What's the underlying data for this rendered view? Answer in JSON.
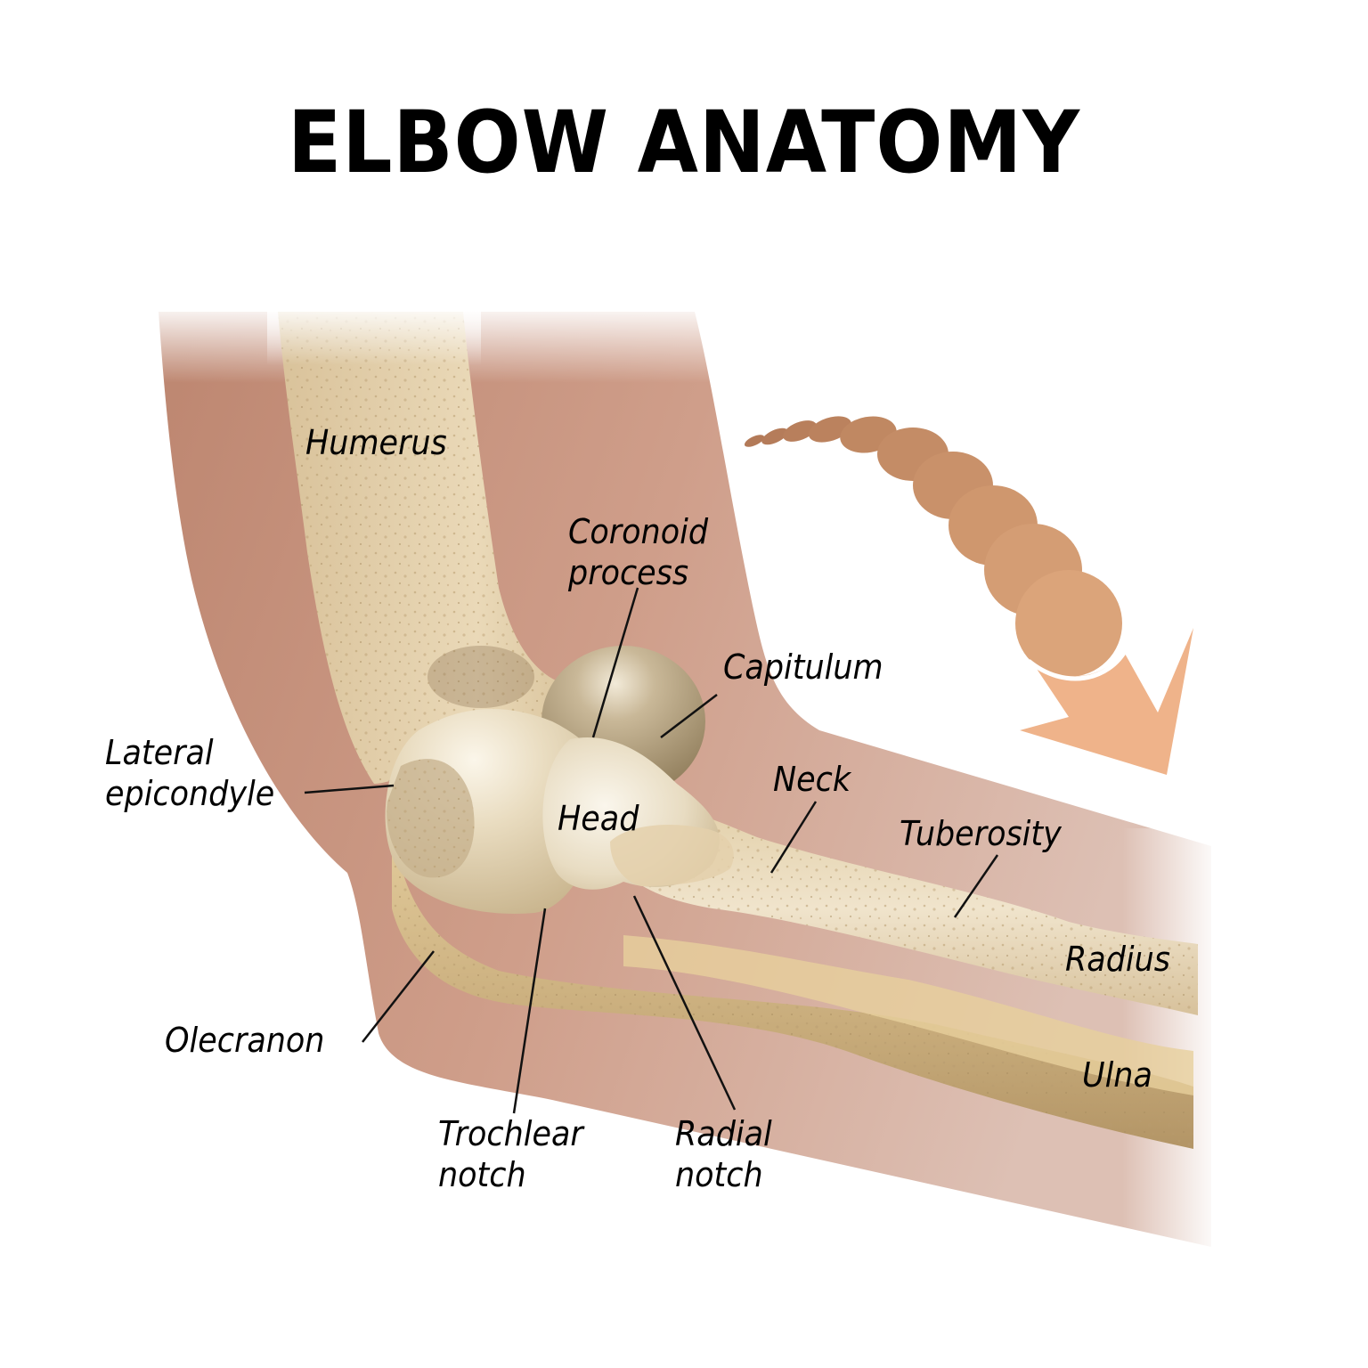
{
  "title": "ELBOW ANATOMY",
  "colors": {
    "skin_dark": "#c08a70",
    "skin_light": "#d5ae9e",
    "bone_light": "#e8d6b4",
    "bone_mid": "#d4bd92",
    "bone_dark": "#b59b6e",
    "arrow_start": "#b87d5a",
    "arrow_end": "#f4b890"
  },
  "labels": {
    "humerus": "Humerus",
    "coronoid": {
      "line1": "Coronoid",
      "line2": "process"
    },
    "capitulum": "Capitulum",
    "lateral_epicondyle": {
      "line1": "Lateral",
      "line2": "epicondyle"
    },
    "head": "Head",
    "neck": "Neck",
    "tuberosity": "Tuberosity",
    "radius": "Radius",
    "olecranon": "Olecranon",
    "ulna": "Ulna",
    "trochlear_notch": {
      "line1": "Trochlear",
      "line2": "notch"
    },
    "radial_notch": {
      "line1": "Radial",
      "line2": "notch"
    }
  },
  "motion_arrow": {
    "icon": "flexion-arrow-icon",
    "direction": "down-right"
  }
}
